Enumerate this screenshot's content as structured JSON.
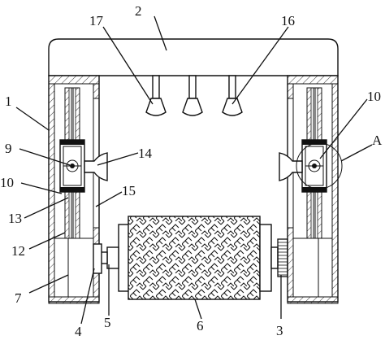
{
  "labels": {
    "l1": "1",
    "l2": "2",
    "l3": "3",
    "l4": "4",
    "l5": "5",
    "l6": "6",
    "l7": "7",
    "l9": "9",
    "l10": "10",
    "l12": "12",
    "l13": "13",
    "l14": "14",
    "l15": "15",
    "l16": "16",
    "l17": "17",
    "l10b": "10",
    "lA": "A"
  }
}
